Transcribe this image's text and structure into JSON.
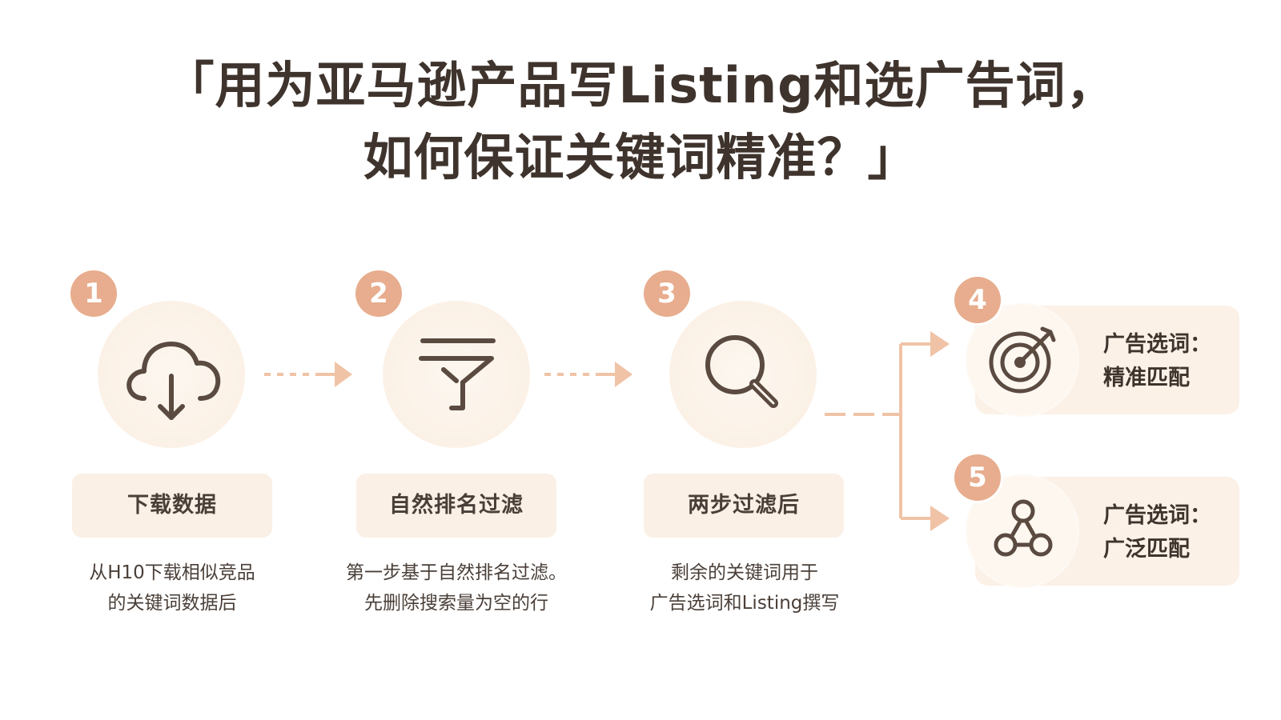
{
  "title": {
    "line1": "「用为亚马逊产品写Listing和选广告词，",
    "line2": "如何保证关键词精准？」"
  },
  "steps": [
    {
      "number": "1",
      "icon": "cloud-download-icon",
      "label": "下载数据",
      "desc_line1": "从H10下载相似竞品",
      "desc_line2": "的关键词数据后"
    },
    {
      "number": "2",
      "icon": "filter-icon",
      "label": "自然排名过滤",
      "desc_line1": "第一步基于自然排名过滤。",
      "desc_line2": "先删除搜索量为空的行"
    },
    {
      "number": "3",
      "icon": "magnifier-icon",
      "label": "两步过滤后",
      "desc_line1": "剩余的关键词用于",
      "desc_line2": "广告选词和Listing撰写"
    }
  ],
  "results": [
    {
      "number": "4",
      "icon": "target-icon",
      "line1": "广告选词：",
      "line2": "精准匹配"
    },
    {
      "number": "5",
      "icon": "network-icon",
      "line1": "广告选词：",
      "line2": "广泛匹配"
    }
  ],
  "colors": {
    "accent": "#e7ad8e",
    "circle_fill": "#fdf7f0",
    "box_fill": "#fbf0e5",
    "arrow": "#f0c3a6",
    "icon_stroke": "#5a4a40",
    "title_text": "#3f342d"
  }
}
